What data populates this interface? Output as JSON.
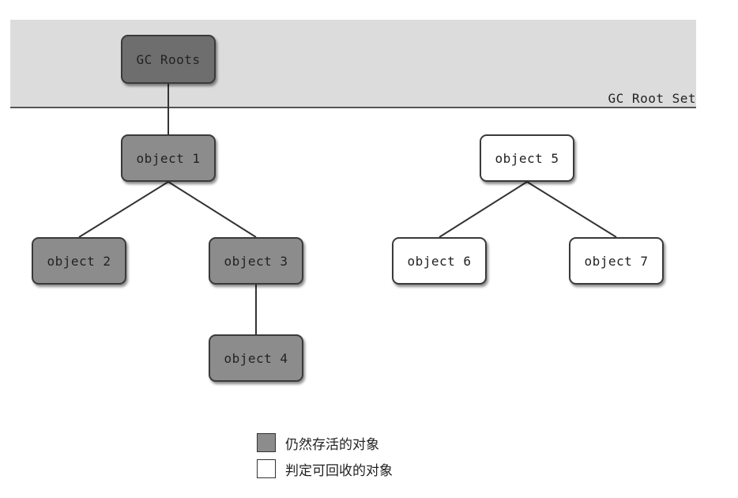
{
  "root_set": {
    "label": "GC Root Set"
  },
  "nodes": {
    "gc_roots": "GC Roots",
    "object_1": "object 1",
    "object_2": "object 2",
    "object_3": "object 3",
    "object_4": "object 4",
    "object_5": "object 5",
    "object_6": "object 6",
    "object_7": "object 7"
  },
  "edges": [
    [
      "gc_roots",
      "object_1"
    ],
    [
      "object_1",
      "object_2"
    ],
    [
      "object_1",
      "object_3"
    ],
    [
      "object_3",
      "object_4"
    ],
    [
      "object_5",
      "object_6"
    ],
    [
      "object_5",
      "object_7"
    ]
  ],
  "legend": {
    "alive_label": "仍然存活的对象",
    "collectable_label": "判定可回收的对象"
  },
  "colors": {
    "alive_fill": "#8c8c8c",
    "root_fill": "#6e6e6e",
    "collectable_fill": "#ffffff",
    "band_fill": "#dcdcdc"
  }
}
